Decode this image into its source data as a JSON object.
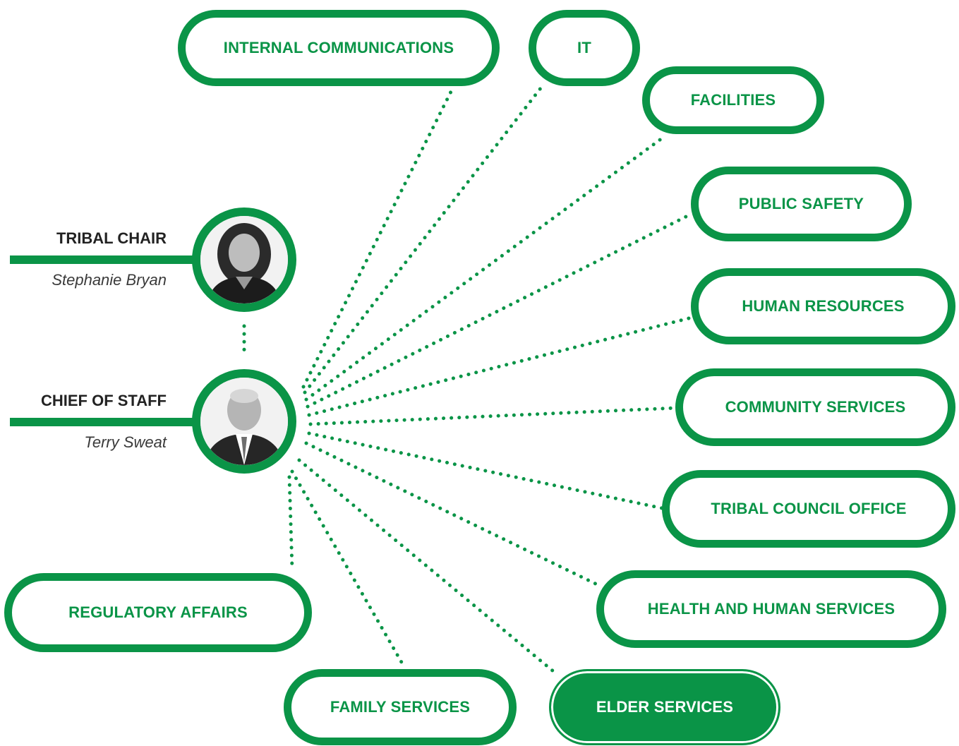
{
  "leaders": {
    "chair": {
      "title": "TRIBAL CHAIR",
      "name": "Stephanie Bryan",
      "photo_icon": "person-photo-icon"
    },
    "chief": {
      "title": "CHIEF OF STAFF",
      "name": "Terry Sweat",
      "photo_icon": "person-photo-icon"
    }
  },
  "departments": {
    "internal_communications": "INTERNAL COMMUNICATIONS",
    "it": "IT",
    "facilities": "FACILITIES",
    "public_safety": "PUBLIC SAFETY",
    "human_resources": "HUMAN RESOURCES",
    "community_services": "COMMUNITY SERVICES",
    "tribal_council_office": "TRIBAL COUNCIL OFFICE",
    "health_and_human_services": "HEALTH AND HUMAN SERVICES",
    "regulatory_affairs": "REGULATORY AFFAIRS",
    "family_services": "FAMILY SERVICES",
    "elder_services": "ELDER SERVICES"
  },
  "active_department": "ELDER SERVICES",
  "colors": {
    "brand_green": "#0a9447",
    "text_dark": "#222222",
    "background": "#ffffff"
  }
}
